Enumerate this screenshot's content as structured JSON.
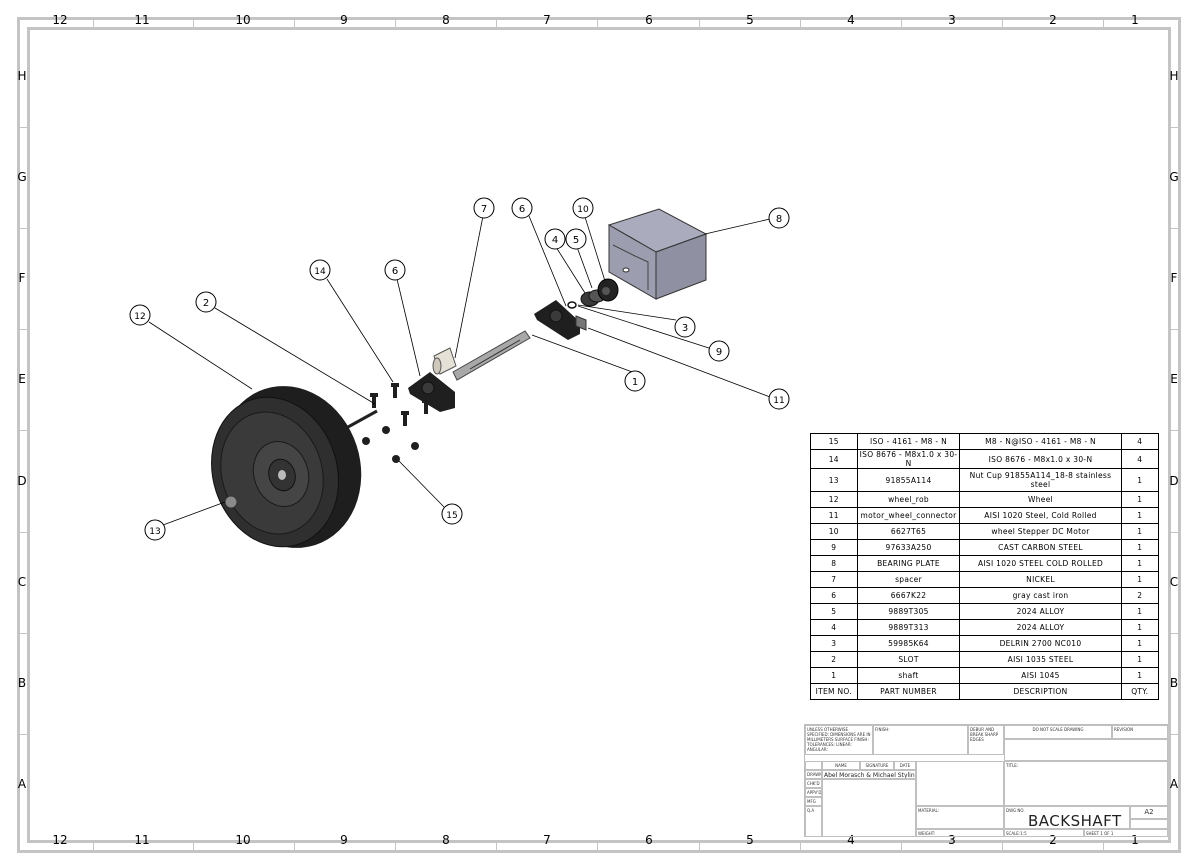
{
  "sheet": {
    "column_labels": [
      "12",
      "11",
      "10",
      "9",
      "8",
      "7",
      "6",
      "5",
      "4",
      "3",
      "2",
      "1"
    ],
    "row_labels": [
      "H",
      "G",
      "F",
      "E",
      "D",
      "C",
      "B",
      "A"
    ]
  },
  "callouts": [
    {
      "id": "c1",
      "label": "1"
    },
    {
      "id": "c2",
      "label": "2"
    },
    {
      "id": "c3",
      "label": "3"
    },
    {
      "id": "c4",
      "label": "4"
    },
    {
      "id": "c5",
      "label": "5"
    },
    {
      "id": "c6a",
      "label": "6"
    },
    {
      "id": "c6b",
      "label": "6"
    },
    {
      "id": "c7",
      "label": "7"
    },
    {
      "id": "c8",
      "label": "8"
    },
    {
      "id": "c9",
      "label": "9"
    },
    {
      "id": "c10",
      "label": "10"
    },
    {
      "id": "c11",
      "label": "11"
    },
    {
      "id": "c12",
      "label": "12"
    },
    {
      "id": "c13",
      "label": "13"
    },
    {
      "id": "c14",
      "label": "14"
    },
    {
      "id": "c15",
      "label": "15"
    }
  ],
  "bom": {
    "headers": [
      "ITEM NO.",
      "PART NUMBER",
      "DESCRIPTION",
      "QTY."
    ],
    "rows": [
      {
        "item": "15",
        "part": "ISO - 4161 - M8 - N",
        "desc": "M8 - N@ISO - 4161 - M8 - N",
        "qty": "4"
      },
      {
        "item": "14",
        "part": "ISO 8676 - M8x1.0 x 30-N",
        "desc": "ISO 8676 - M8x1.0 x 30-N",
        "qty": "4"
      },
      {
        "item": "13",
        "part": "91855A114",
        "desc": "Nut Cup 91855A114_18-8 stainless steel",
        "qty": "1"
      },
      {
        "item": "12",
        "part": "wheel_rob",
        "desc": "Wheel",
        "qty": "1"
      },
      {
        "item": "11",
        "part": "motor_wheel_connector",
        "desc": "AISI 1020 Steel, Cold Rolled",
        "qty": "1"
      },
      {
        "item": "10",
        "part": "6627T65",
        "desc": "wheel Stepper DC Motor",
        "qty": "1"
      },
      {
        "item": "9",
        "part": "97633A250",
        "desc": "CAST CARBON STEEL",
        "qty": "1"
      },
      {
        "item": "8",
        "part": "BEARING PLATE",
        "desc": "AISI 1020 STEEL COLD ROLLED",
        "qty": "1"
      },
      {
        "item": "7",
        "part": "spacer",
        "desc": "NICKEL",
        "qty": "1"
      },
      {
        "item": "6",
        "part": "6667K22",
        "desc": "gray cast iron",
        "qty": "2"
      },
      {
        "item": "5",
        "part": "9889T305",
        "desc": "2024 ALLOY",
        "qty": "1"
      },
      {
        "item": "4",
        "part": "9889T313",
        "desc": "2024 ALLOY",
        "qty": "1"
      },
      {
        "item": "3",
        "part": "59985K64",
        "desc": "DELRIN 2700 NC010",
        "qty": "1"
      },
      {
        "item": "2",
        "part": "SLOT",
        "desc": "AISI 1035 STEEL",
        "qty": "1"
      },
      {
        "item": "1",
        "part": "shaft",
        "desc": "AISI 1045",
        "qty": "1"
      }
    ]
  },
  "title_block": {
    "unless_note": "UNLESS OTHERWISE SPECIFIED: DIMENSIONS ARE IN MILLIMETERS SURFACE FINISH: TOLERANCES: LINEAR: ANGULAR:",
    "finish_label": "FINISH:",
    "deburr_note": "DEBUR AND BREAK SHARP EDGES",
    "do_not_scale": "DO NOT SCALE DRAWING",
    "revision_label": "REVISION",
    "col_name": "NAME",
    "col_signature": "SIGNATURE",
    "col_date": "DATE",
    "row_drawn": "DRAWN",
    "row_chkd": "CHK'D",
    "row_appvd": "APPV'D",
    "row_mfg": "MFG",
    "row_qa": "Q.A",
    "drawn_by": "Abel Morasch & Michael Stylin",
    "material_label": "MATERIAL:",
    "weight_label": "WEIGHT:",
    "title_label": "TITLE:",
    "dwg_no_label": "DWG NO.",
    "dwg_no": "BACKSHAFT",
    "size": "A2",
    "scale": "SCALE:1:5",
    "sheet": "SHEET 1 OF 1"
  },
  "colors": {
    "border": "#c4c4c4",
    "part_dark": "#2a2a2a",
    "bearing_plate_top": "#aaacbd",
    "bearing_plate_front": "#9c9eb0",
    "bearing_plate_side": "#8f91a3",
    "shaft": "#9a9a9a"
  }
}
